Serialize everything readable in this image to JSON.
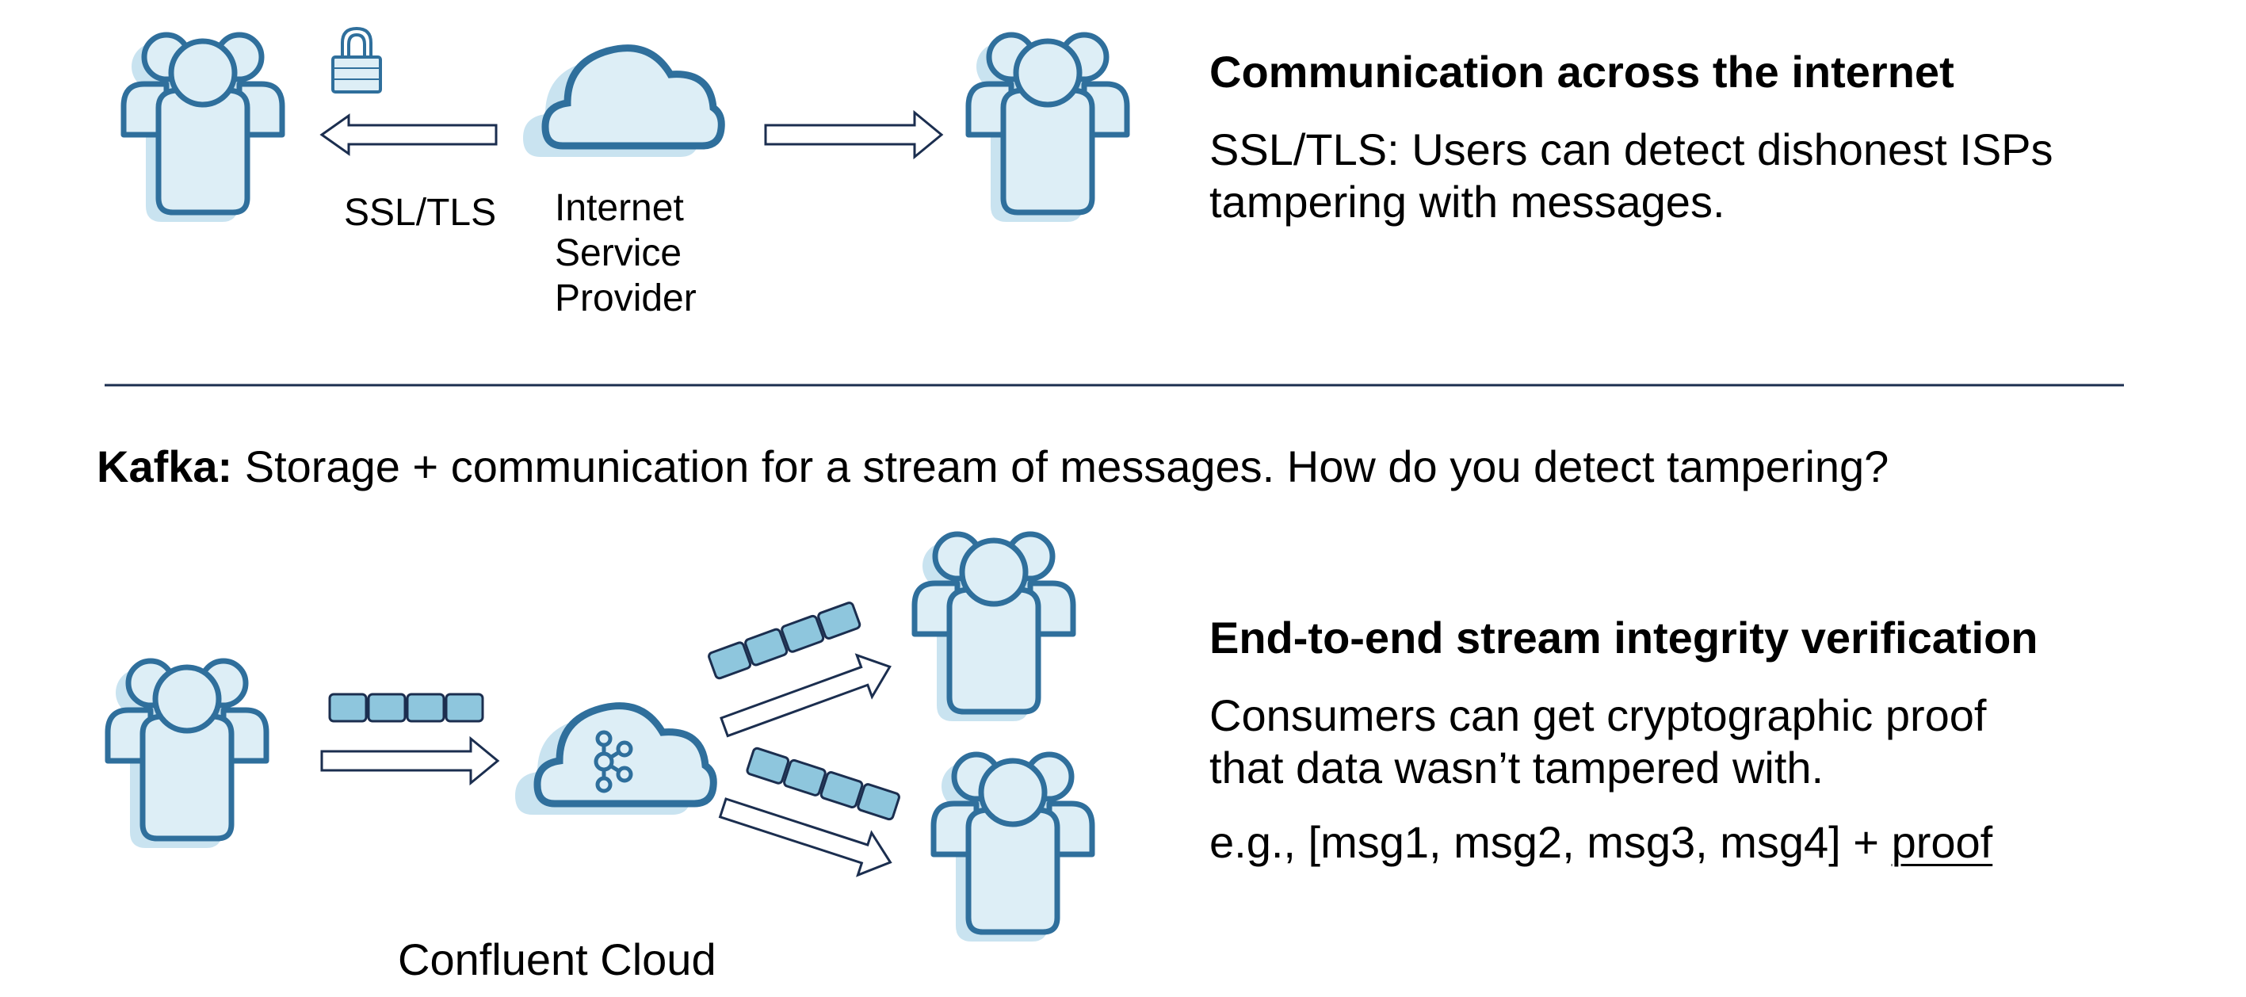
{
  "top": {
    "ssl_label": "SSL/TLS",
    "isp_label_lines": [
      "Internet",
      "Service",
      "Provider"
    ],
    "heading": "Communication across the internet",
    "description_lines": [
      "SSL/TLS: Users can detect dishonest ISPs",
      "tampering with messages."
    ]
  },
  "kafka": {
    "bold_prefix": "Kafka:",
    "text": " Storage + communication for a stream of messages. How do you detect tampering?"
  },
  "bottom": {
    "heading": "End-to-end stream integrity verification",
    "description_lines": [
      "Consumers can get cryptographic proof",
      "that data wasn’t tampered with."
    ],
    "example_prefix": "e.g., [msg1, msg2, msg3, msg4] + ",
    "example_link": "proof",
    "cloud_label": "Confluent Cloud"
  },
  "colors": {
    "icon_stroke": "#2f6f9c",
    "icon_fill": "#ddeef6",
    "icon_shadow": "#c9e3f0",
    "arrow_stroke": "#1b2e4f",
    "message_fill": "#8ec6dd",
    "divider": "#1b2e4f"
  },
  "icons": [
    "user-group-icon",
    "lock-icon",
    "cloud-icon",
    "kafka-logo-icon",
    "arrow-icon",
    "message-block-icon"
  ]
}
